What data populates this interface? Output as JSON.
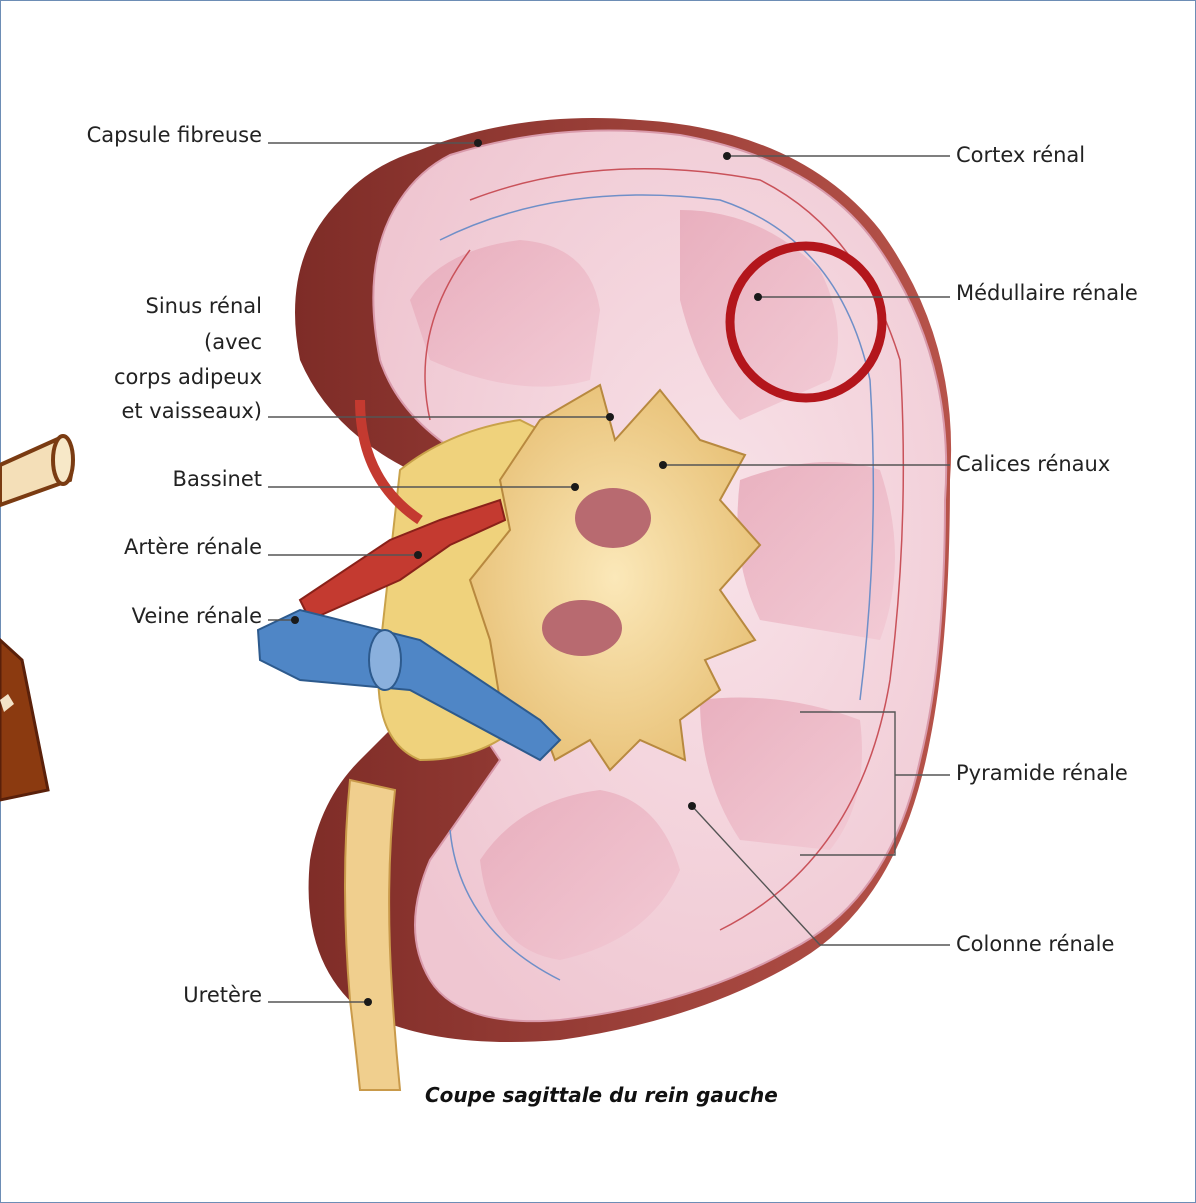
{
  "diagram": {
    "caption": "Coupe sagittale du rein gauche",
    "labels_left": {
      "capsule": "Capsule fibreuse",
      "sinus_1": "Sinus rénal",
      "sinus_2": "(avec",
      "sinus_3": "corps adipeux",
      "sinus_4": "et vaisseaux)",
      "bassinet": "Bassinet",
      "artere": "Artère rénale",
      "veine": "Veine rénale",
      "uretere": "Uretère"
    },
    "labels_right": {
      "cortex": "Cortex rénal",
      "medullaire": "Médullaire rénale",
      "calices": "Calices rénaux",
      "pyramide": "Pyramide rénale",
      "colonne": "Colonne rénale"
    },
    "highlight_color": "#b3161c",
    "colors": {
      "cortex": "#f3d3dc",
      "capsule": "#a0413a",
      "medulla": "#e9b2c0",
      "pelvis": "#f3d99a",
      "artery": "#c43a30",
      "vein": "#4f86c6",
      "ureter": "#f0cf8e"
    }
  }
}
